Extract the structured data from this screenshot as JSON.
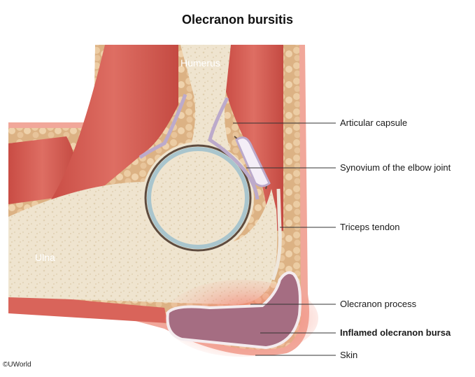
{
  "title": "Olecranon bursitis",
  "structures": {
    "humerus": "Humerus",
    "ulna": "Ulna"
  },
  "labels": [
    {
      "id": "articular-capsule",
      "text": "Articular capsule",
      "bold": false
    },
    {
      "id": "synovium",
      "text": "Synovium of the elbow joint",
      "bold": false
    },
    {
      "id": "triceps-tendon",
      "text": "Triceps tendon",
      "bold": false
    },
    {
      "id": "olecranon-process",
      "text": "Olecranon process",
      "bold": false
    },
    {
      "id": "inflamed-bursa",
      "text": "Inflamed olecranon bursa",
      "bold": true
    },
    {
      "id": "skin",
      "text": "Skin",
      "bold": false
    }
  ],
  "copyright": "©UWorld",
  "colors": {
    "fat": "#e3c094",
    "muscle": "#d4574d",
    "bone": "#efe3cd",
    "skin": "#ee8e80",
    "bursa": "#a56d82",
    "synovium": "#bcaacb",
    "cartilage": "#a9c5cd"
  }
}
